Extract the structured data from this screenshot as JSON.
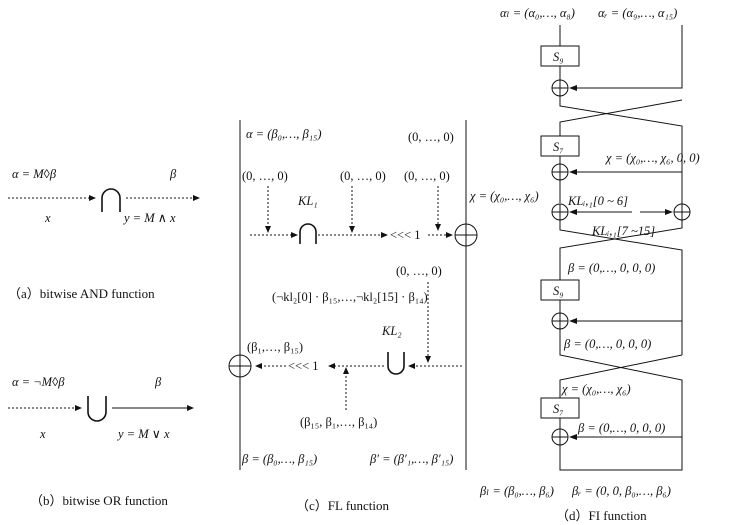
{
  "panels": {
    "a": {
      "caption": "（a）bitwise AND function",
      "formula": "α = M◊β",
      "beta": "β",
      "x": "x",
      "result": "y = M ∧ x"
    },
    "b": {
      "caption": "（b）bitwise OR function",
      "formula": "α = ¬M◊β",
      "beta": "β",
      "x": "x",
      "result": "y = M ∨ x"
    },
    "c": {
      "caption": "（c）FL function",
      "input": "α = (β₀,…, β₁₅)",
      "zeros": "(0, …, 0)",
      "kl1": "KL₁",
      "kl2": "KL₂",
      "shift": "<<< 1",
      "chi": "χ = (χ₀,…, χ₆)",
      "not_expr": "(¬kl₂[0] · β₁₅,…,¬kl₂[15] · β₁₄)",
      "beta_1_15": "(β₁,…, β₁₅)",
      "beta_15_14": "(β₁₅, β₁,…, β₁₄)",
      "out_beta": "β = (β₀,…, β₁₅)",
      "out_beta_prime": "β′ = (β′₁,…, β′₁₅)"
    },
    "d": {
      "caption": "（d）FI function",
      "alpha_l": "αₗ = (α₀,…, α₈)",
      "alpha_r": "αᵣ = (α₉,…, α₁₅)",
      "s9": "S₉",
      "s7": "S₇",
      "chi_top": "χ = (χ₀,…, χ₆, 0, 0)",
      "kl_1": "KLᵢ,₁[0 ~ 6]",
      "kl_2": "KLᵢ,₁[7 ~15]",
      "beta_zeros_1": "β = (0,…, 0, 0, 0)",
      "beta_zeros_2": "β = (0,…, 0, 0, 0)",
      "chi_mid": "χ = (χ₀,…, χ₆)",
      "beta_zeros_3": "β = (0,…, 0, 0, 0)",
      "beta_l": "βₗ = (β₀,…, β₆)",
      "beta_r": "βᵣ = (0, 0, β₀,…, β₆)"
    }
  }
}
